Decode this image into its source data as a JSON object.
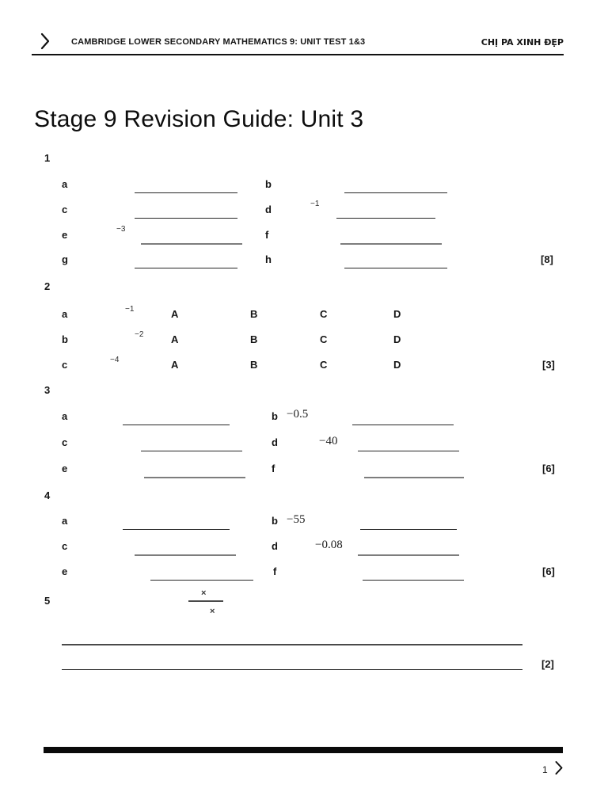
{
  "header": {
    "title": "CAMBRIDGE LOWER SECONDARY MATHEMATICS 9: UNIT TEST 1&3",
    "author": "CHỊ PA XINH ĐẸP"
  },
  "doc_title": "Stage 9 Revision Guide: Unit 3",
  "q1": {
    "number": "1",
    "marks": "[8]",
    "a": "a",
    "b": "b",
    "c": "c",
    "d": "d",
    "e": "e",
    "f": "f",
    "g": "g",
    "h": "h",
    "d_sup": "−1",
    "e_sup": "−3"
  },
  "q2": {
    "number": "2",
    "marks": "[3]",
    "a": "a",
    "b": "b",
    "c": "c",
    "a_sup": "−1",
    "b_sup": "−2",
    "c_sup": "−4",
    "optA": "A",
    "optB": "B",
    "optC": "C",
    "optD": "D"
  },
  "q3": {
    "number": "3",
    "marks": "[6]",
    "a": "a",
    "b": "b",
    "c": "c",
    "d": "d",
    "e": "e",
    "f": "f",
    "b_value": "−0.5",
    "d_value": "−40"
  },
  "q4": {
    "number": "4",
    "marks": "[6]",
    "a": "a",
    "b": "b",
    "c": "c",
    "d": "d",
    "e": "e",
    "f": "f",
    "b_value": "−55",
    "d_value": "−0.08"
  },
  "q5": {
    "number": "5",
    "marks": "[2]",
    "numerator": "×",
    "denominator": "×"
  },
  "footer": {
    "page_number": "1"
  }
}
